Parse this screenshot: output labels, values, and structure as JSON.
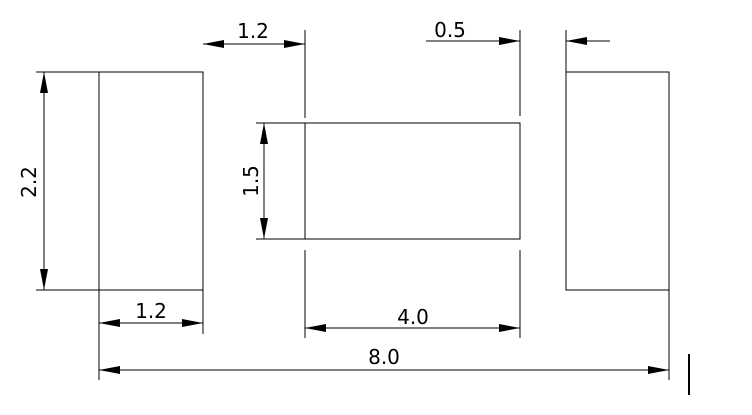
{
  "drawing": {
    "line_color": "#000000",
    "background": "#ffffff",
    "dimensions": {
      "top_gap": "1.2",
      "top_right_gap": "0.5",
      "left_height": "2.2",
      "center_height": "1.5",
      "left_width": "1.2",
      "center_width": "4.0",
      "overall_width": "8.0"
    }
  }
}
